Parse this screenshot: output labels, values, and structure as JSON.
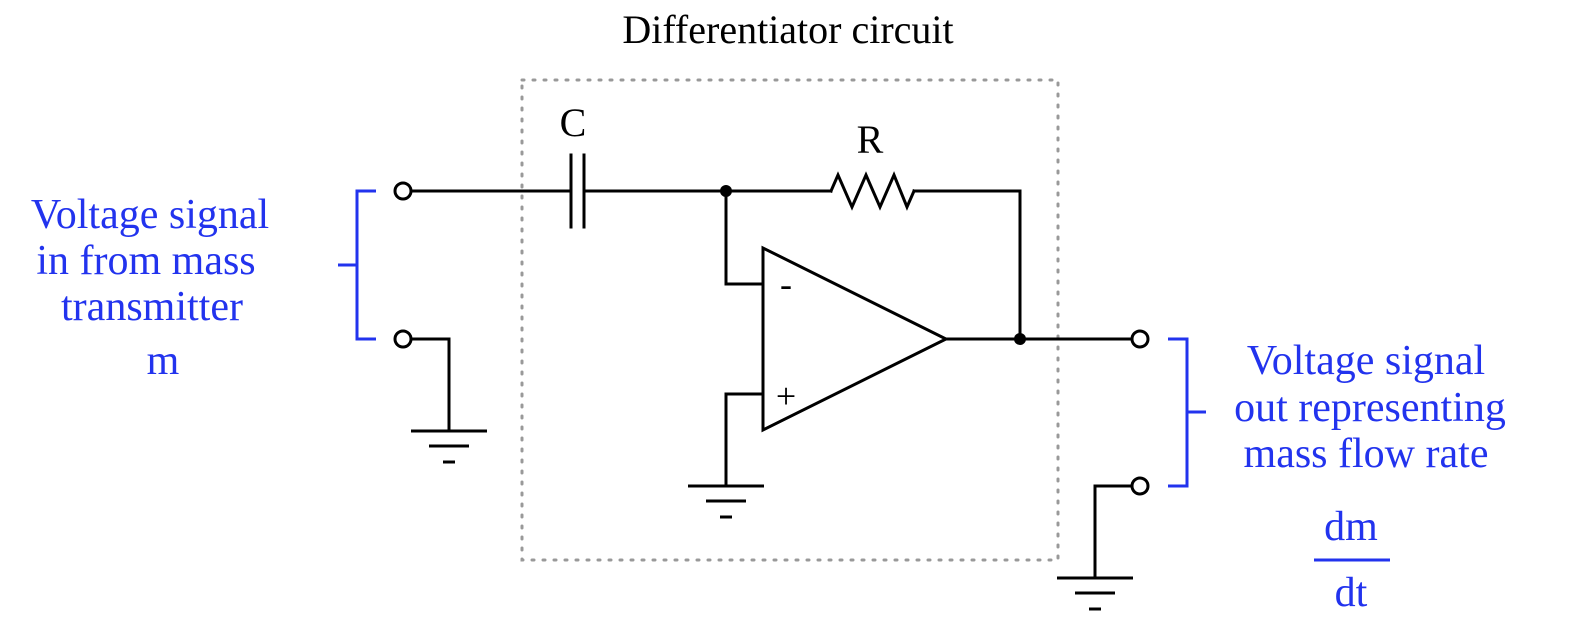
{
  "title": "Differentiator circuit",
  "components": {
    "capacitor_label": "C",
    "resistor_label": "R",
    "opamp_minus": "-",
    "opamp_plus": "+"
  },
  "input_label": {
    "lines": [
      "Voltage signal",
      "in from mass",
      "transmitter"
    ],
    "variable": "m"
  },
  "output_label": {
    "lines": [
      "Voltage signal",
      "out representing",
      "mass flow rate"
    ],
    "fraction_numerator": "dm",
    "fraction_denominator": "dt"
  },
  "colors": {
    "annotation": "#2233ee",
    "wire": "#000000",
    "box": "#999999"
  }
}
